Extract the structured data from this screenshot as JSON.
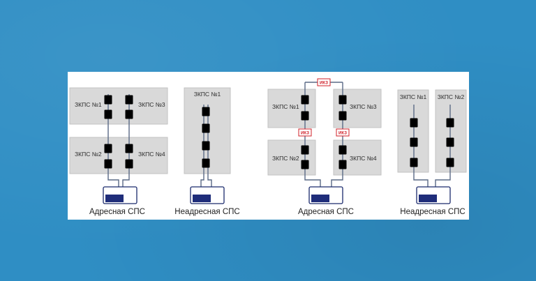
{
  "diagram": {
    "colors": {
      "background": "#2f8ec4",
      "card": "#ffffff",
      "zone": "#d9d9d9",
      "wire": "#5a6a86",
      "detector": "#1c1f2b",
      "isolator": "#d0202a",
      "panel": "#1f2d7a"
    },
    "icons": {
      "heat_detector": "lightning-bolt",
      "smoke_detector": "y-fork"
    },
    "left_scheme": {
      "address": {
        "zone1": "ЗКПС №1",
        "zone2": "ЗКПС №2",
        "zone3": "ЗКПС №3",
        "zone4": "ЗКПС №4",
        "caption": "Адресная СПС"
      },
      "nonaddress": {
        "zone1": "ЗКПС №1",
        "caption": "Неадресная СПС"
      }
    },
    "right_scheme": {
      "address": {
        "zone1": "ЗКПС №1",
        "zone2": "ЗКПС №2",
        "zone3": "ЗКПС №3",
        "zone4": "ЗКПС №4",
        "isolator": "ИКЗ",
        "caption": "Адресная СПС"
      },
      "nonaddress": {
        "zone1": "ЗКПС №1",
        "zone2": "ЗКПС №2",
        "caption": "Неадресная СПС"
      }
    }
  }
}
